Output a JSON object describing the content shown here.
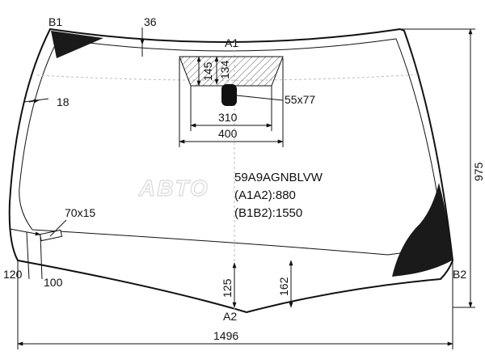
{
  "points": {
    "b1": "B1",
    "a1": "A1",
    "a2": "A2",
    "b2": "B2"
  },
  "dimensions": {
    "d36": "36",
    "d145": "145",
    "d134": "134",
    "d18": "18",
    "sensor_size": "55x77",
    "d310": "310",
    "d400": "400",
    "d975": "975",
    "strip_size": "70x15",
    "d120": "120",
    "d100": "100",
    "d125": "125",
    "d162": "162",
    "d1496": "1496"
  },
  "glass": {
    "code": "59A9AGNBLVW",
    "a1a2": "(A1A2):880",
    "b1b2": "(B1B2):1550"
  },
  "watermark": "ABTO",
  "colors": {
    "outline": "#111111",
    "black_band": "#1a1a1a",
    "sensor_fill": "#111111",
    "hatch": "#555555",
    "guide": "#bbbbbb"
  }
}
